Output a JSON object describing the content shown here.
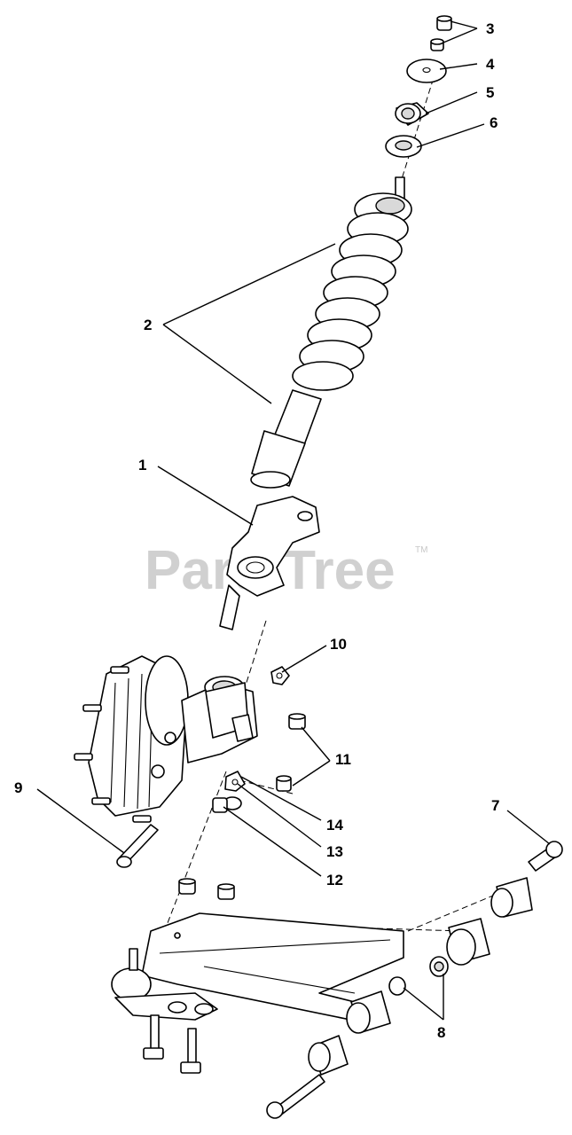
{
  "watermark": {
    "text": "PartsTree",
    "trademark": "TM"
  },
  "callouts": {
    "c1": "1",
    "c2": "2",
    "c3": "3",
    "c4": "4",
    "c5": "5",
    "c6": "6",
    "c7": "7",
    "c8": "8",
    "c9": "9",
    "c10": "10",
    "c11": "11",
    "c12": "12",
    "c13": "13",
    "c14": "14"
  }
}
